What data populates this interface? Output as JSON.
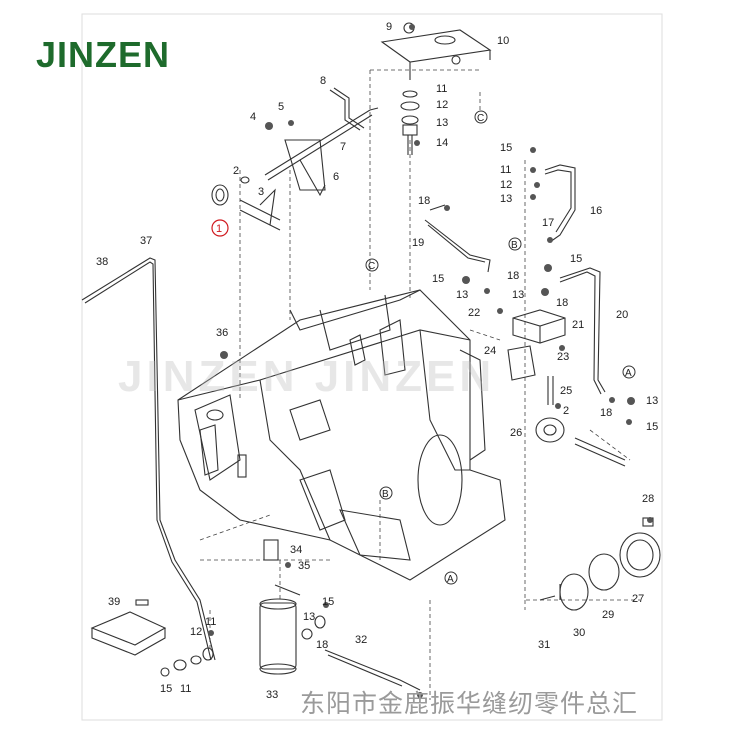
{
  "brand": {
    "text": "JINZEN",
    "color": "#1e6b2c"
  },
  "watermark": "JINZEN JINZEN",
  "footer": "东阳市金鹿振华缝纫零件总汇",
  "highlight_color": "#d0191f",
  "part_numbers": {
    "p1": "1",
    "p2": "2",
    "p3": "3",
    "p4": "4",
    "p5": "5",
    "p6": "6",
    "p7": "7",
    "p8": "8",
    "p9": "9",
    "p10": "10",
    "p11": "11",
    "p12": "12",
    "p13": "13",
    "p14": "14",
    "p15": "15",
    "p16": "16",
    "p17": "17",
    "p18": "18",
    "p19": "19",
    "p20": "20",
    "p21": "21",
    "p22": "22",
    "p23": "23",
    "p24": "24",
    "p25": "25",
    "p26": "26",
    "p27": "27",
    "p28": "28",
    "p29": "29",
    "p30": "30",
    "p31": "31",
    "p32": "32",
    "p33": "33",
    "p34": "34",
    "p35": "35",
    "p36": "36",
    "p37": "37",
    "p38": "38",
    "p39": "39"
  },
  "ref_markers": {
    "a": "A",
    "b": "B",
    "c": "C"
  }
}
